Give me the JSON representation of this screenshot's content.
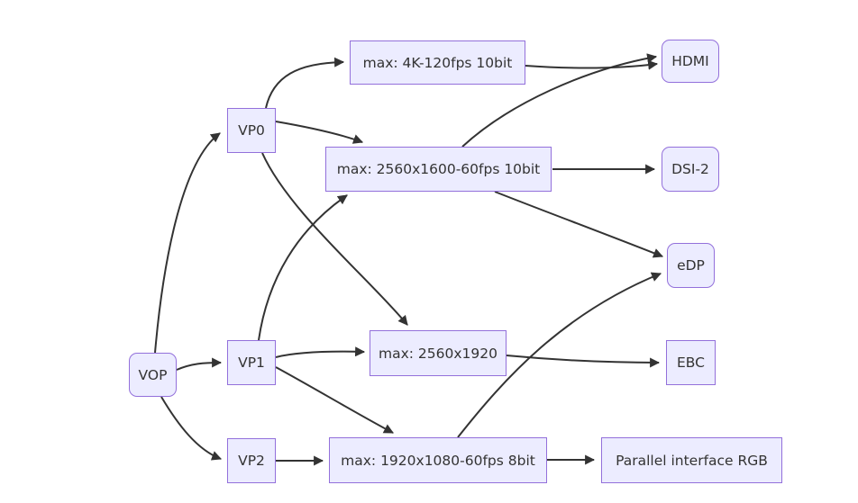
{
  "diagram": {
    "type": "flowchart",
    "direction": "left-to-right",
    "nodes": {
      "vop": {
        "label": "VOP",
        "shape": "rounded"
      },
      "vp0": {
        "label": "VP0",
        "shape": "rect"
      },
      "vp1": {
        "label": "VP1",
        "shape": "rect"
      },
      "vp2": {
        "label": "VP2",
        "shape": "rect"
      },
      "max4k": {
        "label": "max: 4K-120fps 10bit",
        "shape": "rect"
      },
      "max2560x1600": {
        "label": "max: 2560x1600-60fps 10bit",
        "shape": "rect"
      },
      "max2560x1920": {
        "label": "max: 2560x1920",
        "shape": "rect"
      },
      "max1920": {
        "label": "max: 1920x1080-60fps 8bit",
        "shape": "rect"
      },
      "hdmi": {
        "label": "HDMI",
        "shape": "rounded"
      },
      "dsi2": {
        "label": "DSI-2",
        "shape": "rounded"
      },
      "edp": {
        "label": "eDP",
        "shape": "rounded"
      },
      "ebc": {
        "label": "EBC",
        "shape": "rect"
      },
      "parallel": {
        "label": "Parallel interface RGB",
        "shape": "rect"
      }
    },
    "edges": [
      {
        "from": "vop",
        "to": "vp0"
      },
      {
        "from": "vop",
        "to": "vp1"
      },
      {
        "from": "vop",
        "to": "vp2"
      },
      {
        "from": "vp0",
        "to": "max4k"
      },
      {
        "from": "vp0",
        "to": "max2560x1600"
      },
      {
        "from": "vp0",
        "to": "max2560x1920"
      },
      {
        "from": "vp1",
        "to": "max2560x1600"
      },
      {
        "from": "vp1",
        "to": "max2560x1920"
      },
      {
        "from": "vp1",
        "to": "max1920"
      },
      {
        "from": "vp2",
        "to": "max1920"
      },
      {
        "from": "max4k",
        "to": "hdmi"
      },
      {
        "from": "max2560x1600",
        "to": "hdmi"
      },
      {
        "from": "max2560x1600",
        "to": "dsi2"
      },
      {
        "from": "max2560x1600",
        "to": "edp"
      },
      {
        "from": "max2560x1920",
        "to": "ebc"
      },
      {
        "from": "max1920",
        "to": "parallel"
      },
      {
        "from": "max1920",
        "to": "edp"
      }
    ],
    "colors": {
      "node_fill": "#ECECFF",
      "node_border": "#9370DB",
      "edge": "#333333",
      "text": "#333333",
      "background": "#FFFFFF"
    }
  }
}
